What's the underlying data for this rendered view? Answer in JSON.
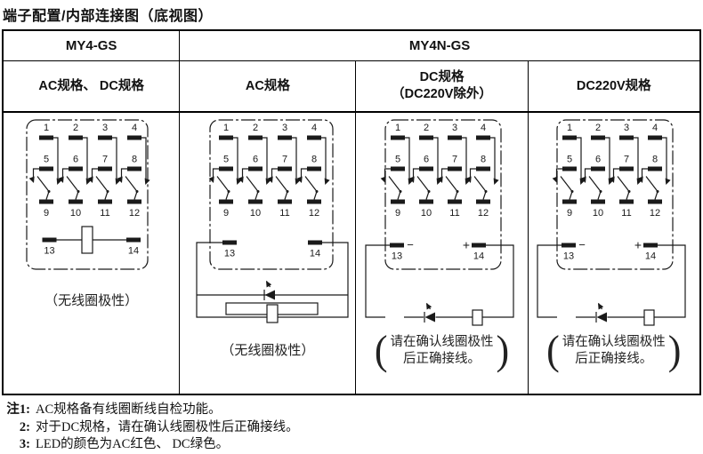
{
  "title": "端子配置/内部连接图（底视图）",
  "table": {
    "model_headers": {
      "left": "MY4-GS",
      "right": "MY4N-GS"
    },
    "spec_headers": [
      {
        "line1": "AC规格、 DC规格"
      },
      {
        "line1": "AC规格"
      },
      {
        "line1": "DC规格",
        "line2": "（DC220V除外）"
      },
      {
        "line1": "DC220V规格"
      }
    ]
  },
  "terminals": [
    "1",
    "2",
    "3",
    "4",
    "5",
    "6",
    "7",
    "8",
    "9",
    "10",
    "11",
    "12",
    "13",
    "14"
  ],
  "cells": [
    {
      "id": "my4gs-ac-dc",
      "variant": "plain",
      "caption": "（无线圈极性）"
    },
    {
      "id": "my4ngs-ac",
      "variant": "ac",
      "caption": "（无线圈极性）"
    },
    {
      "id": "my4ngs-dc",
      "variant": "dc",
      "minus": "−",
      "plus": "+",
      "paren_open": "(",
      "paren_close": ")",
      "caption_lines": [
        "请在确认线圈极性",
        "后正确接线。"
      ]
    },
    {
      "id": "my4ngs-dc220v",
      "variant": "dc",
      "minus": "−",
      "plus": "+",
      "paren_open": "(",
      "paren_close": ")",
      "caption_lines": [
        "请在确认线圈极性",
        "后正确接线。"
      ]
    }
  ],
  "notes": [
    {
      "label": "注1:",
      "text": "AC规格备有线圈断线自检功能。"
    },
    {
      "label": "2:",
      "text": "对于DC规格，请在确认线圈极性后正确接线。"
    },
    {
      "label": "3:",
      "text": "LED的颜色为AC红色、 DC绿色。"
    }
  ],
  "colors": {
    "ink": "#1a1a1a",
    "paper": "#ffffff"
  }
}
